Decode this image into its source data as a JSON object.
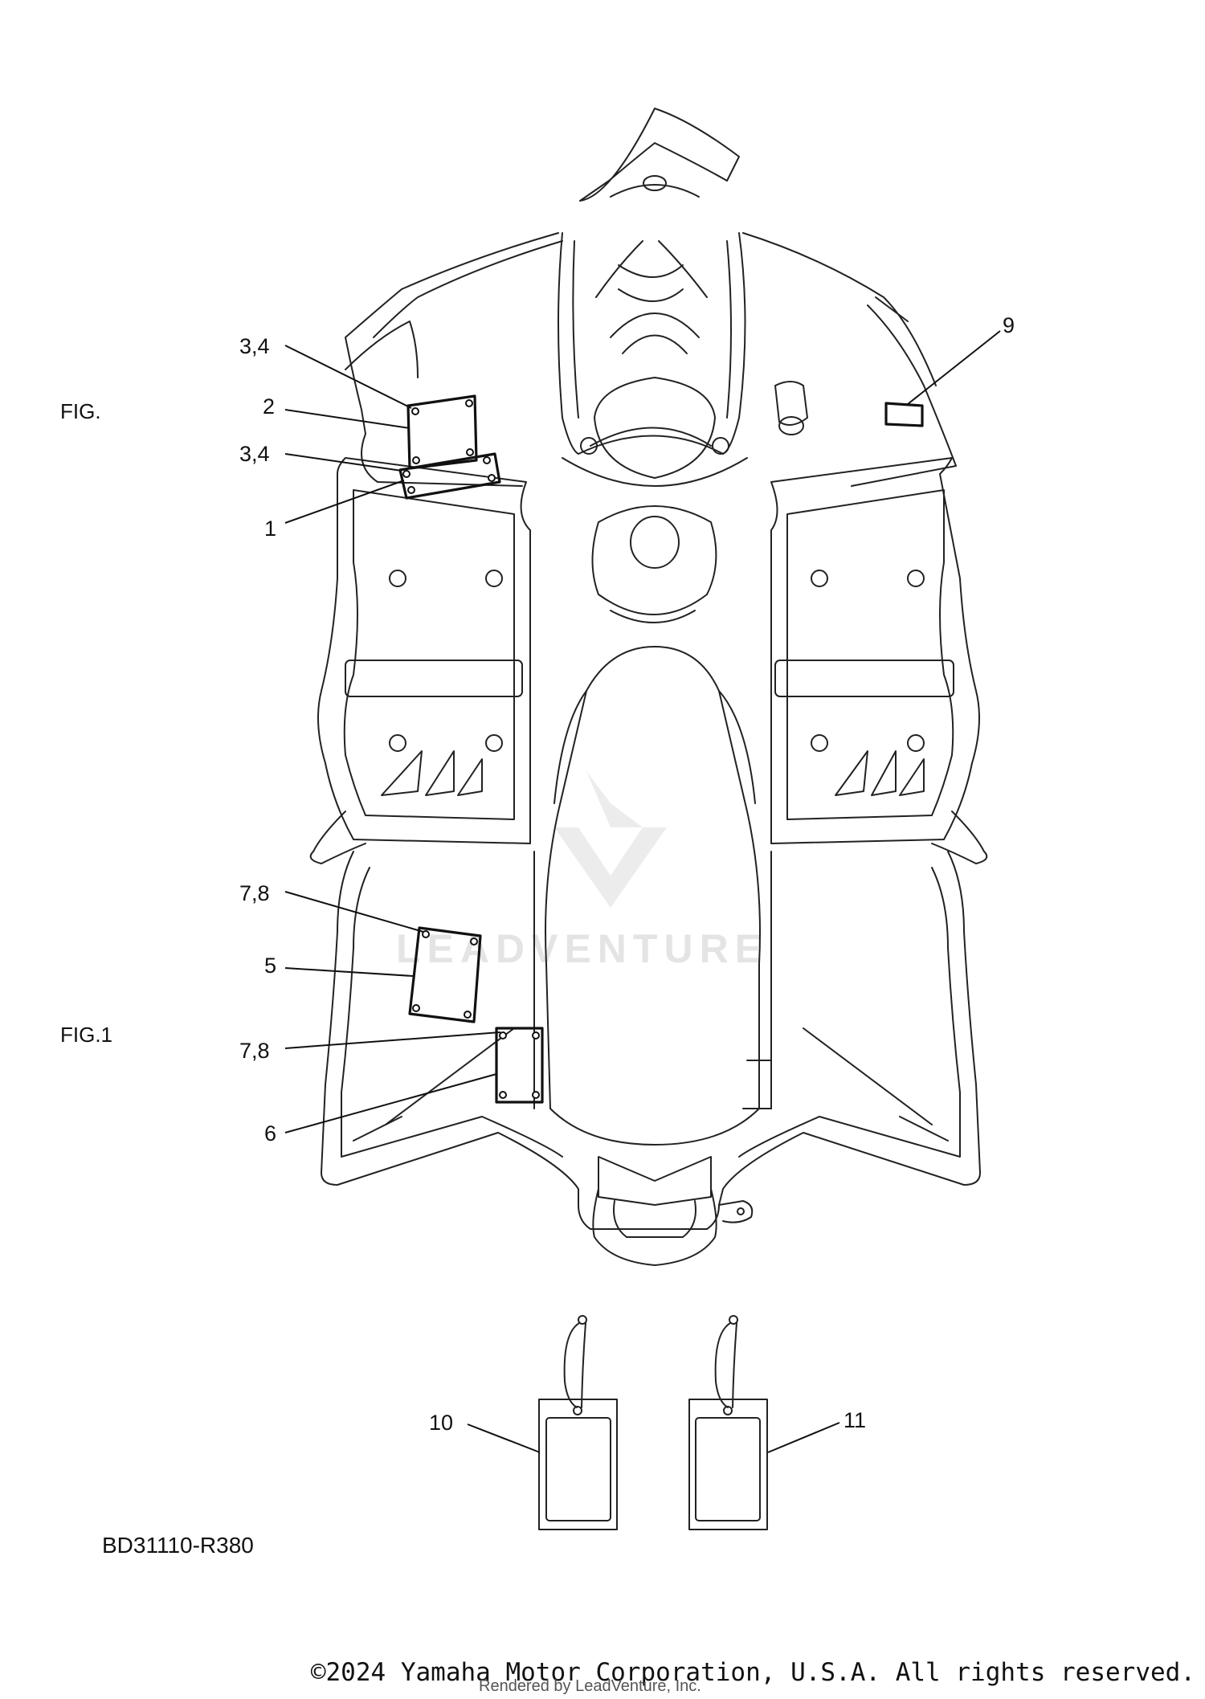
{
  "diagram": {
    "fig_labels": [
      "FIG.",
      "FIG.1"
    ],
    "diagram_code": "BD31110-R380",
    "watermark": "LEADVENTURE",
    "callouts": [
      "3,4",
      "2",
      "3,4",
      "1",
      "9",
      "7,8",
      "5",
      "7,8",
      "6",
      "10",
      "11"
    ]
  },
  "footer": {
    "copyright": "©2024 Yamaha Motor Corporation, U.S.A. All rights reserved.",
    "rendered_by": "Rendered by LeadVenture, Inc."
  }
}
